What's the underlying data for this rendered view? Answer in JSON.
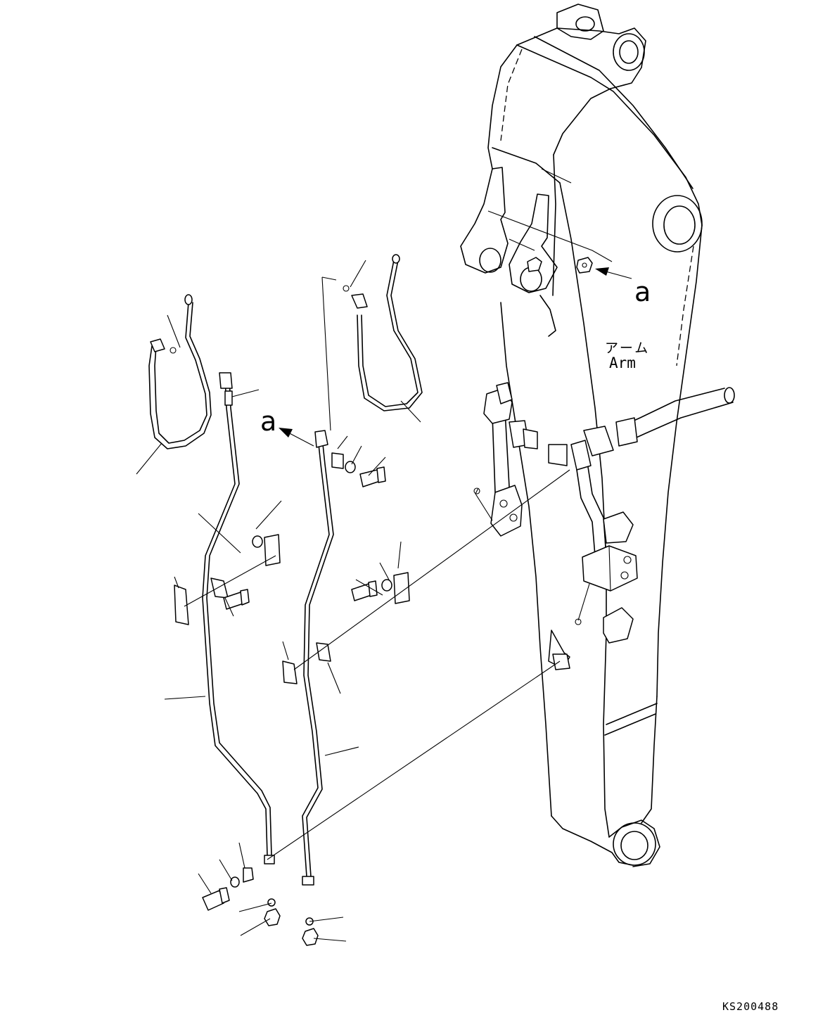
{
  "diagram": {
    "reference_markers": [
      {
        "letter": "a"
      },
      {
        "letter": "a"
      }
    ],
    "arm_label": {
      "japanese": "アーム",
      "english": "Arm"
    },
    "drawing_code": "KS200488"
  }
}
